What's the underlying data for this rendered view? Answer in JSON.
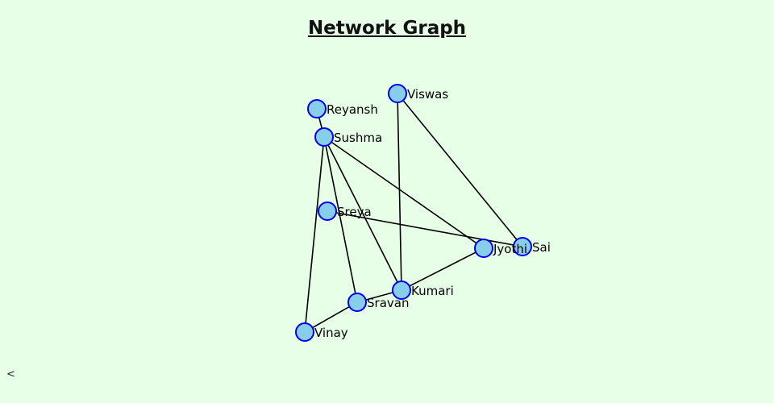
{
  "title": "Network Graph",
  "back_label": "<",
  "colors": {
    "node_fill": "#87ceeb",
    "node_stroke": "#0000ee",
    "edge": "#000000",
    "background": "#e6ffe6"
  },
  "nodes": [
    "Viswas",
    "Reyansh",
    "Sushma",
    "Sreya",
    "Jyothi",
    "Sai",
    "Kumari",
    "Sravan",
    "Vinay"
  ],
  "edges": [
    [
      "Reyansh",
      "Sushma"
    ],
    [
      "Sushma",
      "Vinay"
    ],
    [
      "Sushma",
      "Sravan"
    ],
    [
      "Sushma",
      "Kumari"
    ],
    [
      "Sushma",
      "Jyothi"
    ],
    [
      "Viswas",
      "Kumari"
    ],
    [
      "Viswas",
      "Sai"
    ],
    [
      "Sreya",
      "Sai"
    ],
    [
      "Jyothi",
      "Kumari"
    ],
    [
      "Kumari",
      "Sravan"
    ],
    [
      "Sravan",
      "Vinay"
    ]
  ]
}
